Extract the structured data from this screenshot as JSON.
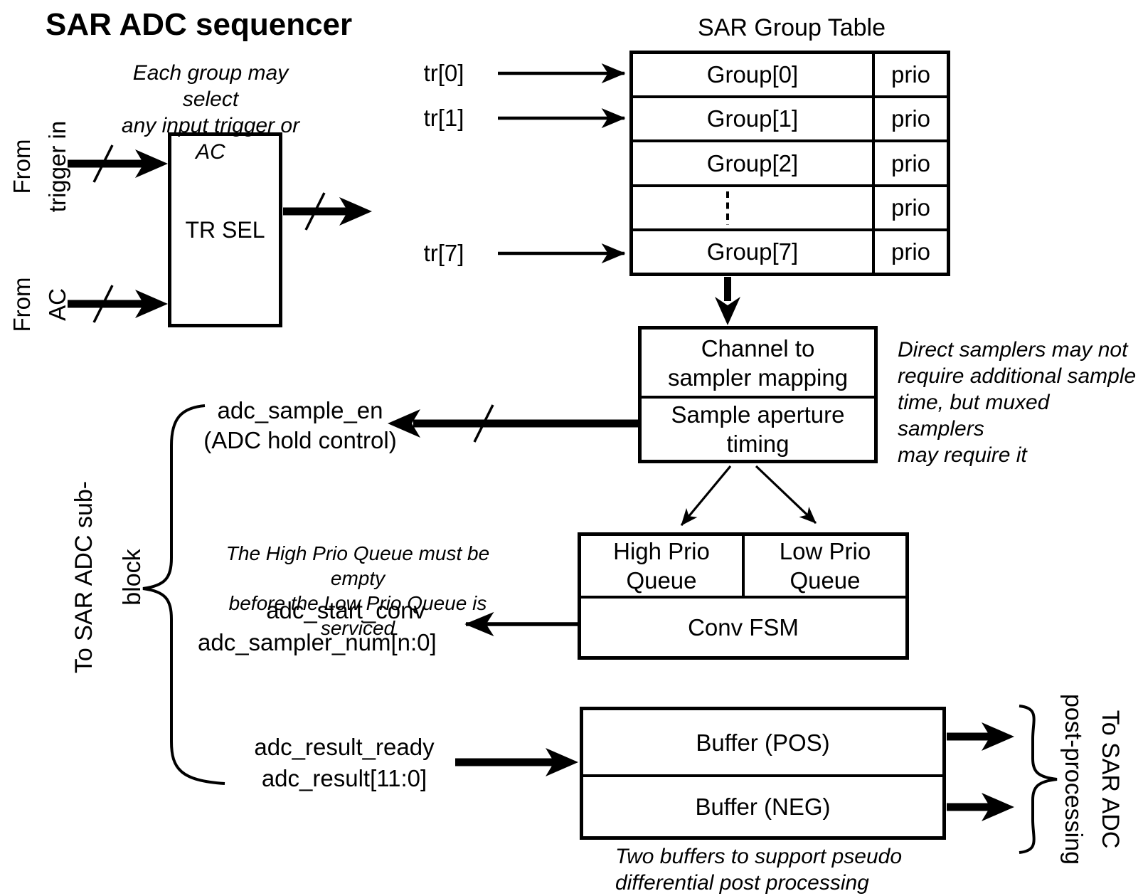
{
  "title": "SAR ADC sequencer",
  "colors": {
    "foreground": "#000000",
    "background": "#ffffff"
  },
  "trigger_select": {
    "note": "Each group may select\nany input trigger or AC",
    "input_trigger_label": "From\ntrigger in",
    "input_ac_label": "From\nAC",
    "box_label": "TR SEL"
  },
  "group_table": {
    "title": "SAR Group Table",
    "trigger_inputs": [
      "tr[0]",
      "tr[1]",
      "tr[7]"
    ],
    "rows": [
      {
        "group": "Group[0]",
        "prio": "prio"
      },
      {
        "group": "Group[1]",
        "prio": "prio"
      },
      {
        "group": "Group[2]",
        "prio": "prio"
      },
      {
        "group": "",
        "prio": "prio"
      },
      {
        "group": "Group[7]",
        "prio": "prio"
      }
    ]
  },
  "mapping_box": {
    "channel_mapping_label": "Channel to\nsampler mapping",
    "aperture_timing_label": "Sample aperture\ntiming"
  },
  "mapping_note": "Direct samplers may not\nrequire additional sample\ntime, but muxed samplers\nmay require it",
  "queue_block": {
    "high_label": "High Prio\nQueue",
    "low_label": "Low Prio\nQueue",
    "fsm_label": "Conv FSM"
  },
  "queue_note": "The High Prio Queue must be empty\nbefore the Low Prio Queue is serviced",
  "signals": {
    "sample_en": "adc_sample_en\n(ADC hold control)",
    "start_conv": "adc_start_conv\nadc_sampler_num[n:0]",
    "result": "adc_result_ready\nadc_result[11:0]"
  },
  "buffer_block": {
    "pos_label": "Buffer (POS)",
    "neg_label": "Buffer (NEG)"
  },
  "buffer_note": "Two buffers to support pseudo\ndifferential post processing",
  "destination_left": "To SAR ADC sub-\nblock",
  "destination_right": "To SAR ADC\npost-processing"
}
